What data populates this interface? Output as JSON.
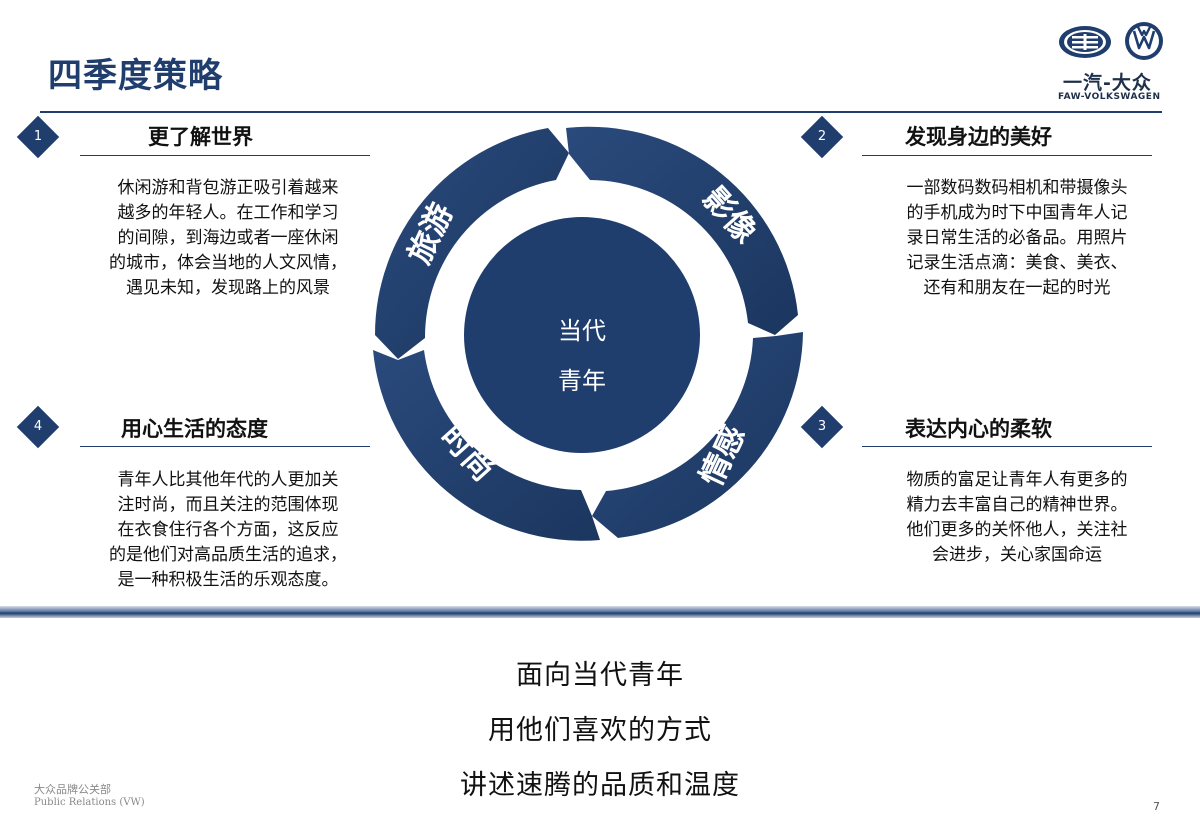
{
  "title": "四季度策略",
  "logo": {
    "cn": "一汽-大众",
    "en": "FAW-VOLKSWAGEN"
  },
  "sections": [
    {
      "num": "1",
      "title": "更了解世界",
      "lines": [
        "休闲游和背包游正吸引着越来",
        "越多的年轻人。在工作和学习",
        "的间隙，到海边或者一座休闲",
        "的城市，体会当地的人文风情，",
        "遇见未知，发现路上的风景"
      ]
    },
    {
      "num": "2",
      "title": "发现身边的美好",
      "lines": [
        "一部数码数码相机和带摄像头",
        "的手机成为时下中国青年人记",
        "录日常生活的必备品。用照片",
        "记录生活点滴：美食、美衣、",
        "还有和朋友在一起的时光"
      ]
    },
    {
      "num": "3",
      "title": "表达内心的柔软",
      "lines": [
        "物质的富足让青年人有更多的",
        "精力去丰富自己的精神世界。",
        "他们更多的关怀他人，关注社",
        "会进步，关心家国命运"
      ]
    },
    {
      "num": "4",
      "title": "用心生活的态度",
      "lines": [
        "青年人比其他年代的人更加关",
        "注时尚，而且关注的范围体现",
        "在衣食住行各个方面，这反应",
        "的是他们对高品质生活的追求，",
        "是一种积极生活的乐观态度。"
      ]
    }
  ],
  "cycle": {
    "center": [
      "当代",
      "青年"
    ],
    "segments": [
      "旅游",
      "影像",
      "情感",
      "时尚"
    ]
  },
  "slogans": [
    "面向当代青年",
    "用他们喜欢的方式",
    "讲述速腾的品质和温度"
  ],
  "footer": {
    "dept_cn": "大众品牌公关部",
    "dept_en": "Public Relations (VW)",
    "page": "7"
  },
  "colors": {
    "primary": "#1f3e6e",
    "text": "#111111"
  }
}
